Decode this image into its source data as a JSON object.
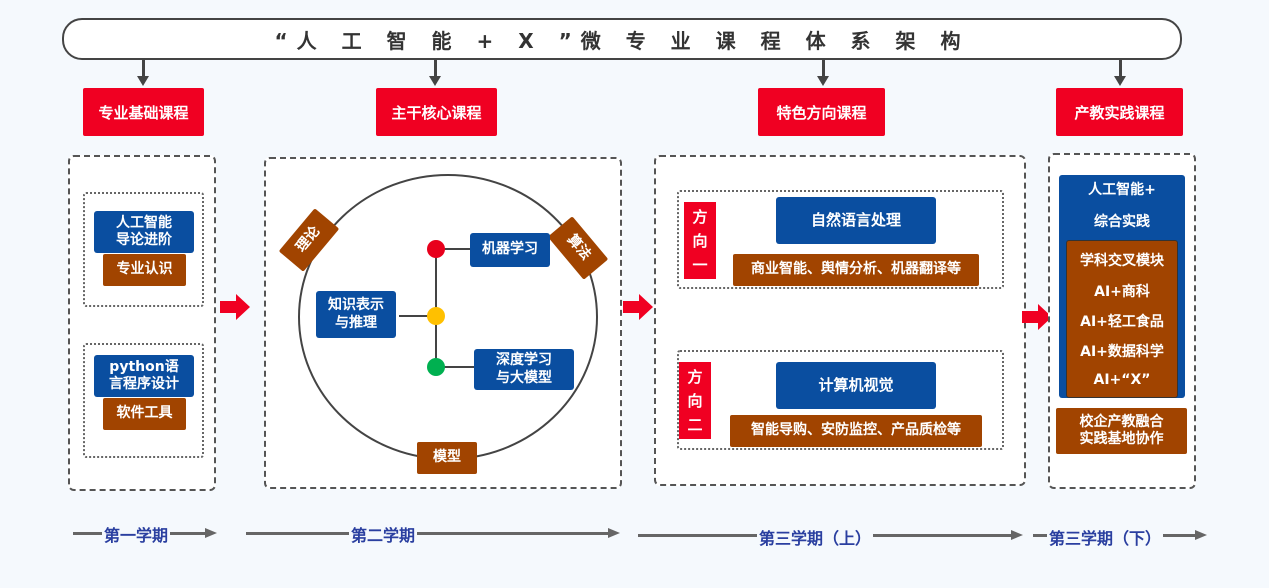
{
  "title": "“人 工 智 能 + X ”微 专 业 课 程 体 系 架 构",
  "categories": [
    {
      "label": "专业基础课程"
    },
    {
      "label": "主干核心课程"
    },
    {
      "label": "特色方向课程"
    },
    {
      "label": "产教实践课程"
    }
  ],
  "foundation": {
    "modules": [
      {
        "course": "人工智能\n导论进阶",
        "tag": "专业认识"
      },
      {
        "course": "python语\n言程序设计",
        "tag": "软件工具"
      }
    ]
  },
  "core": {
    "ring_labels": {
      "theory": "理论",
      "algorithm": "算法",
      "model": "模型"
    },
    "center": "知识表示\n与推理",
    "branches": [
      {
        "label": "机器学习",
        "color": "#e8001c"
      },
      {
        "label": "深度学习\n与大模型",
        "color": "#00b050"
      }
    ],
    "hub_color": "#ffc000"
  },
  "directions": [
    {
      "name": "方\n向\n一",
      "course": "自然语言处理",
      "apps": "商业智能、舆情分析、机器翻译等"
    },
    {
      "name": "方\n向\n二",
      "course": "计算机视觉",
      "apps": "智能导购、安防监控、产品质检等"
    }
  ],
  "practice": {
    "header_line1": "人工智能+",
    "header_line2": "综合实践",
    "modules": [
      "学科交叉模块",
      "AI+商科",
      "AI+轻工食品",
      "AI+数据科学",
      "AI+“X”"
    ],
    "base": "校企产教融合\n实践基地协作"
  },
  "timeline": [
    {
      "label": "第一学期"
    },
    {
      "label": "第二学期"
    },
    {
      "label": "第三学期（上）"
    },
    {
      "label": "第三学期（下）"
    }
  ],
  "colors": {
    "red": "#f00022",
    "blue": "#0a4ea0",
    "brown": "#a14400"
  }
}
